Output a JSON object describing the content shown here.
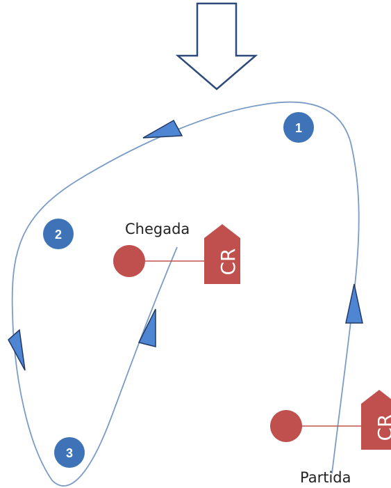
{
  "labels": {
    "arrival": "Chegada",
    "departure": "Partida"
  },
  "checkpoints": [
    {
      "number": "1"
    },
    {
      "number": "2"
    },
    {
      "number": "3"
    }
  ],
  "flags": {
    "text": "CR"
  },
  "colors": {
    "track_line": "#7a9cc6",
    "arrow_fill": "#4f86d4",
    "arrow_stroke": "#1f3864",
    "checkpoint_fill": "#3f73b8",
    "flag_fill": "#c0504d",
    "big_arrow_stroke": "#2e4a7a"
  },
  "icons": {
    "top_arrow": "down-arrow-outline-icon",
    "direction_marker": "triangle-arrowhead-icon",
    "flag": "pennant-flag-icon"
  }
}
